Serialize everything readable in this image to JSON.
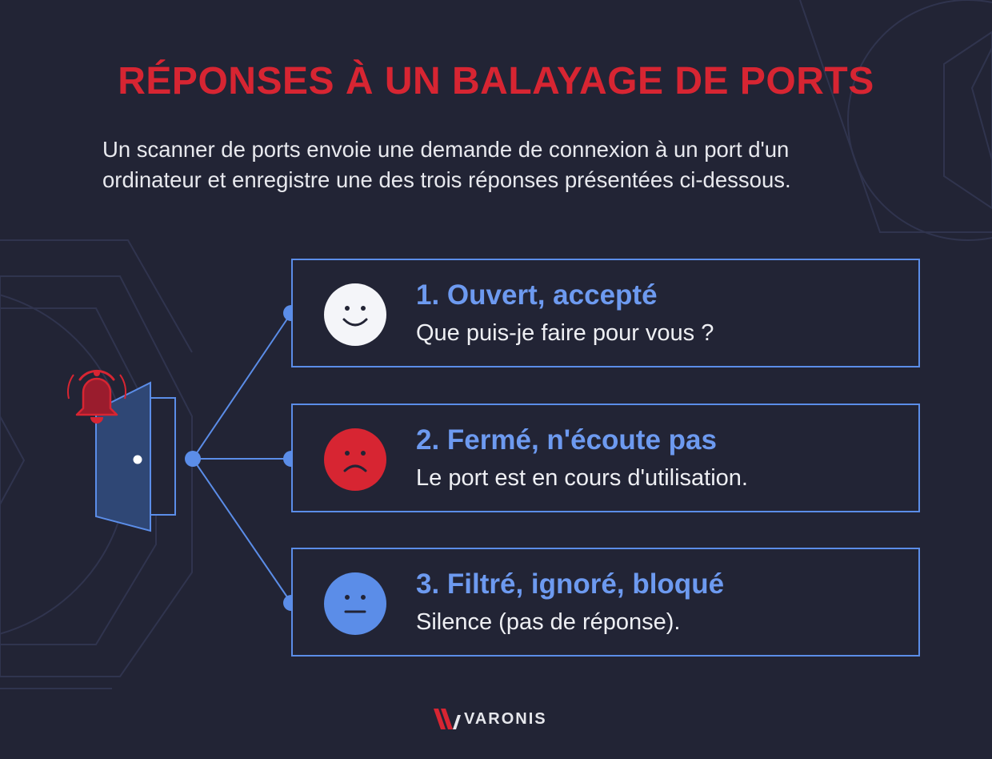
{
  "title": "RÉPONSES À UN BALAYAGE DE PORTS",
  "intro": {
    "line1": "Un scanner de ports envoie une demande de connexion à un port d'un",
    "line2": "ordinateur et enregistre une des trois réponses présentées ci-dessous."
  },
  "responses": [
    {
      "title": "1. Ouvert, accepté",
      "description": "Que puis-je faire pour vous ?",
      "icon": "smiling-face-icon",
      "color": "#f4f5f9"
    },
    {
      "title": "2. Fermé, n'écoute pas",
      "description": "Le port est en cours d'utilisation.",
      "icon": "frowning-face-icon",
      "color": "#d72532"
    },
    {
      "title": "3. Filtré, ignoré, bloqué",
      "description": "Silence (pas de réponse).",
      "icon": "neutral-face-icon",
      "color": "#5b8de8"
    }
  ],
  "brand": {
    "name": "VARONIS",
    "icon": "varonis-logo-icon"
  },
  "colors": {
    "background": "#222435",
    "title_red": "#d72532",
    "accent_blue": "#5b8de8",
    "heading_blue": "#6d9af0"
  },
  "diagram_icons": [
    "bell-alarm-icon",
    "door-icon"
  ]
}
